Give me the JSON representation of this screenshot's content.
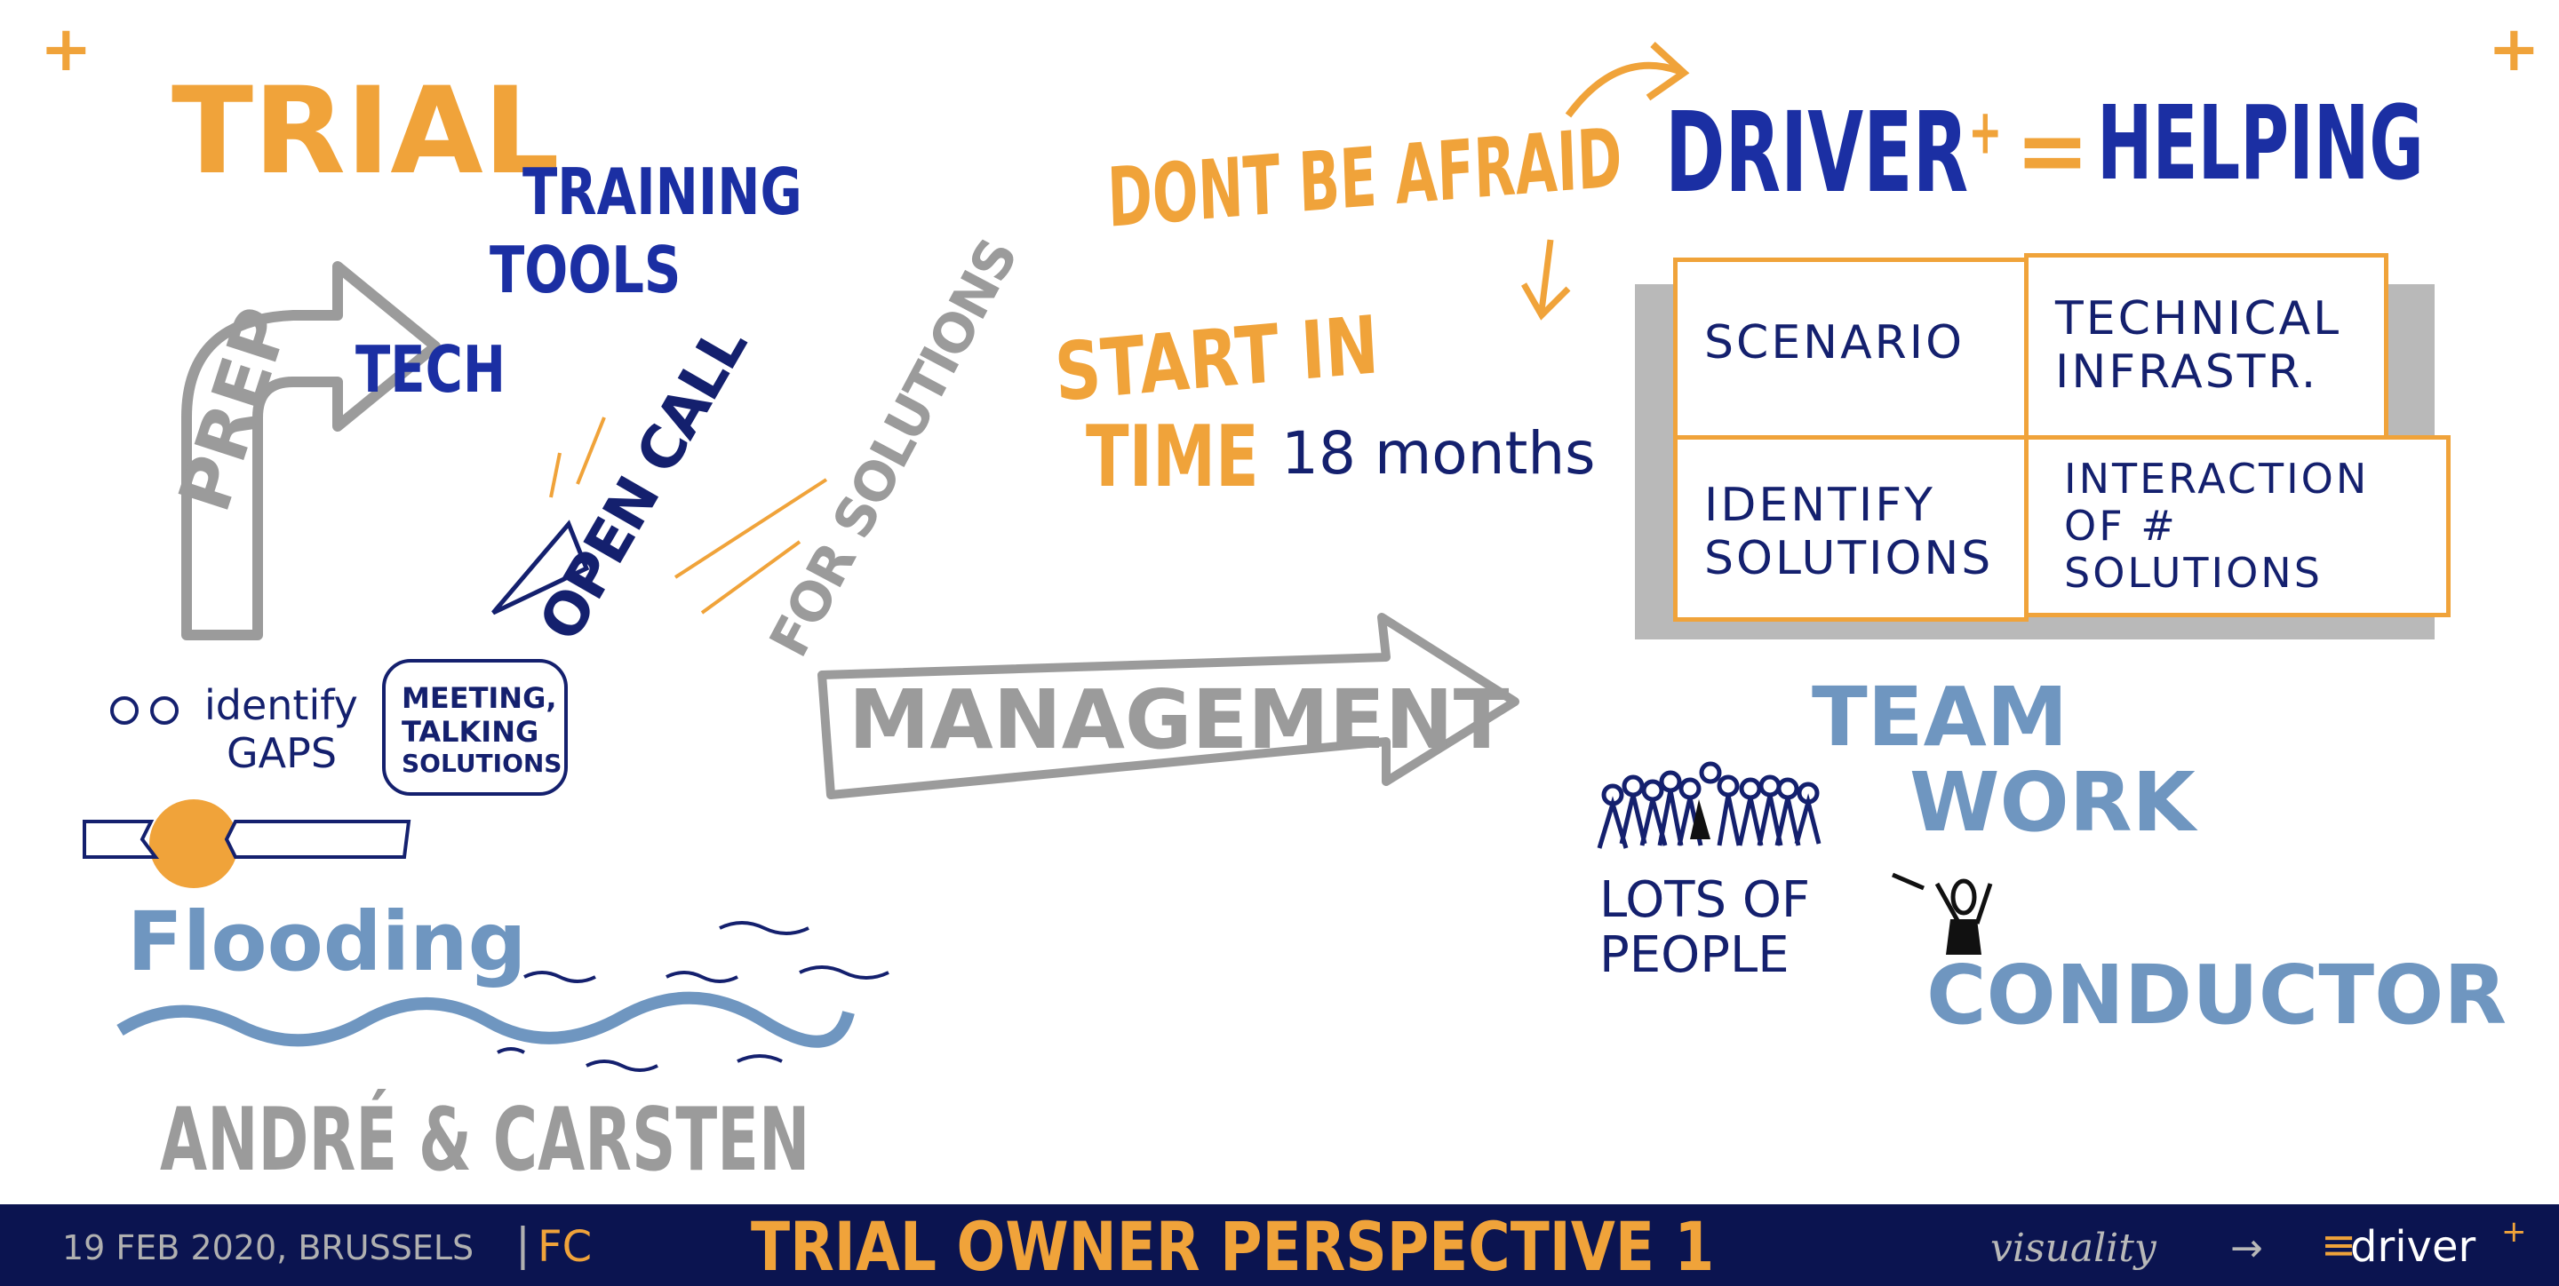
{
  "title": "TRIAL",
  "dont_be_afraid": "DONT BE AFRAID",
  "driver": {
    "word": "DRIVER",
    "plus": "+",
    "equals": "=",
    "helping": "HELPING"
  },
  "prep": {
    "label": "PREP",
    "items": [
      "TRAINING",
      "TOOLS",
      "TECH"
    ]
  },
  "open_call": {
    "line1": "OPEN CALL",
    "line2": "FOR SOLUTIONS"
  },
  "start": {
    "line1": "START IN",
    "line2": "TIME",
    "duration": "18 months"
  },
  "puzzle": [
    {
      "label": "SCENARIO"
    },
    {
      "label": "TECHNICAL INFRASTR."
    },
    {
      "label": "IDENTIFY SOLUTIONS"
    },
    {
      "label": "INTERACTION OF # SOLUTIONS"
    }
  ],
  "management": "MANAGEMENT",
  "teamwork": {
    "line1": "TEAM",
    "line2": "WORK",
    "people": "LOTS OF PEOPLE",
    "conductor": "CONDUCTOR"
  },
  "gaps": {
    "line1": "identify",
    "line2": "GAPS"
  },
  "bubble": {
    "line1": "MEETING,",
    "line2": "TALKING",
    "line3": "SOLUTIONS"
  },
  "flooding": "Flooding",
  "authors": "ANDRÉ & CARSTEN",
  "footer": {
    "date_place": "19 FEB 2020, BRUSSELS",
    "initials": "FC",
    "title": "TRIAL OWNER PERSPECTIVE 1",
    "visuality": "visuality",
    "driver_logo": "driver",
    "driver_plus": "+"
  },
  "colors": {
    "orange": "#f0a33a",
    "navy": "#14206e",
    "blue": "#1b2fa3",
    "light_blue": "#6f96c0",
    "grey": "#9b9b9b",
    "footer_bg": "#0b1450"
  }
}
